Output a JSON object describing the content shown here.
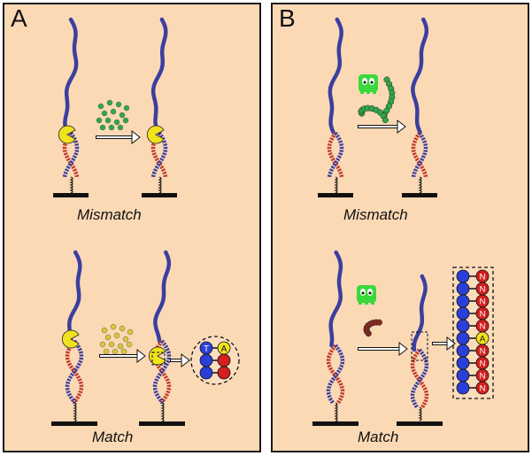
{
  "panels": [
    {
      "letter": "A",
      "top_caption": "Mismatch",
      "bottom_caption": "Match",
      "base_pairs": [
        {
          "left": "T",
          "right": "A"
        }
      ]
    },
    {
      "letter": "B",
      "top_caption": "Mismatch",
      "bottom_caption": "Match",
      "nucleotides": [
        "N",
        "N",
        "N",
        "N",
        "N",
        "A",
        "N",
        "N",
        "N",
        "N"
      ]
    }
  ],
  "colors": {
    "background": "#fbd9b5",
    "strand_blue": "#3a3fa0",
    "strand_red": "#c0392b",
    "enzyme_yellow": "#f1e21e",
    "dots_green": "#2fa84a",
    "dots_yellow": "#d8c83a",
    "probe_green": "#3bd93b",
    "probe_red": "#8b2a1f",
    "nuc_blue": "#2b3fd8",
    "nuc_red": "#d41f1f"
  },
  "icons": [
    "enzyme-icon",
    "arrow-icon",
    "probe-icon",
    "zoom-circle-icon",
    "zoom-box-icon"
  ]
}
